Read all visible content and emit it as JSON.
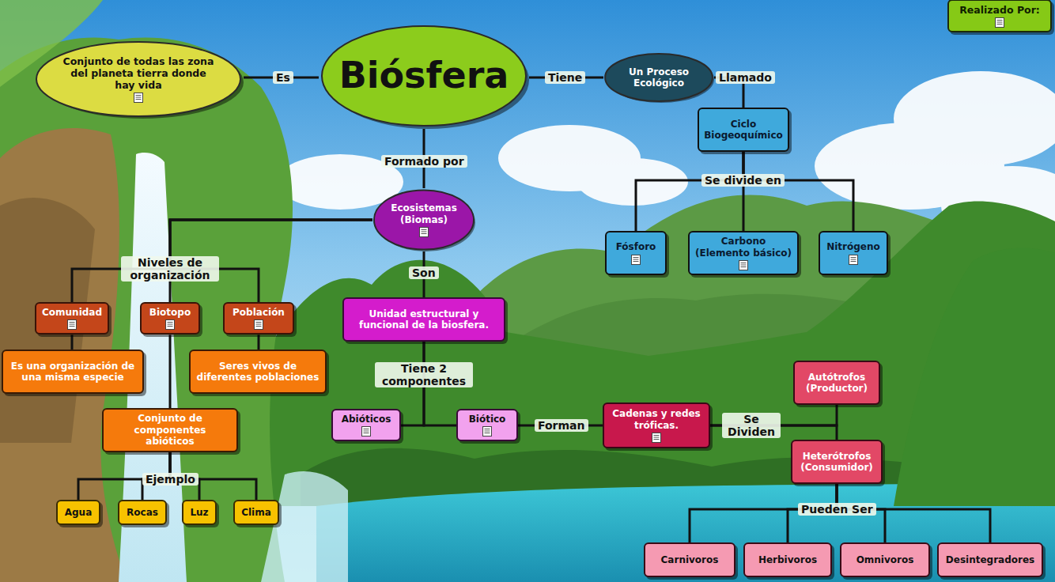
{
  "diagram": {
    "nodes": [
      {
        "text": [
          "Conjunto de todas las zona del planeta tierra donde hay vida"
        ]
      },
      {
        "text": [
          "Biósfera"
        ]
      },
      {
        "text": [
          "Un Proceso Ecológico"
        ]
      },
      {
        "text": [
          "Realizado Por:"
        ]
      },
      {
        "text": [
          "Ciclo Biogeoquímico"
        ]
      },
      {
        "text": [
          "Fósforo"
        ]
      },
      {
        "text": [
          "Carbono (Elemento básico)"
        ]
      },
      {
        "text": [
          "Nitrógeno"
        ]
      },
      {
        "text": [
          "Ecosistemas (Biomas)"
        ]
      },
      {
        "text": [
          "Comunidad"
        ]
      },
      {
        "text": [
          "Biotopo"
        ]
      },
      {
        "text": [
          "Población"
        ]
      },
      {
        "text": [
          "Unidad estructural y funcional de la biosfera."
        ]
      },
      {
        "text": [
          "Es una organización de una misma especie"
        ]
      },
      {
        "text": [
          "Seres vivos de diferentes poblaciones"
        ]
      },
      {
        "text": [
          "Conjunto de componentes abióticos"
        ]
      },
      {
        "text": [
          "Autótrofos (Productor)"
        ]
      },
      {
        "text": [
          "Abióticos"
        ]
      },
      {
        "text": [
          "Biótico"
        ]
      },
      {
        "text": [
          "Cadenas y redes tróficas."
        ]
      },
      {
        "text": [
          "Heterótrofos (Consumidor)"
        ]
      },
      {
        "text": [
          "Agua"
        ]
      },
      {
        "text": [
          "Rocas"
        ]
      },
      {
        "text": [
          "Luz"
        ]
      },
      {
        "text": [
          "Clima"
        ]
      },
      {
        "text": [
          "Carnivoros"
        ]
      },
      {
        "text": [
          "Herbivoros"
        ]
      },
      {
        "text": [
          "Omnivoros"
        ]
      },
      {
        "text": [
          "Desintegradores"
        ]
      }
    ],
    "edges": [
      {
        "from": 1,
        "to": 0,
        "label": "Es",
        "arrow": "none"
      },
      {
        "from": 1,
        "to": 2,
        "label": "Tiene",
        "arrow": "none"
      },
      {
        "from": 2,
        "to": 4,
        "label": "Llamado",
        "arrow": "none"
      },
      {
        "from": 1,
        "to": 8,
        "label": "Formado por",
        "arrow": "none"
      },
      {
        "from": 4,
        "to": 5,
        "arrow": "none"
      },
      {
        "from": 4,
        "to": 6,
        "label": "Se divide en",
        "arrow": "none"
      },
      {
        "from": 4,
        "to": 7,
        "arrow": "none"
      },
      {
        "from": 8,
        "to": 9,
        "arrow": "none"
      },
      {
        "from": 8,
        "to": 10,
        "label": "Niveles de organización",
        "arrow": "none"
      },
      {
        "from": 8,
        "to": 11,
        "arrow": "none"
      },
      {
        "from": 8,
        "to": 12,
        "label": "Son",
        "arrow": "none"
      },
      {
        "from": 9,
        "to": 13,
        "arrow": "none"
      },
      {
        "from": 10,
        "to": 15,
        "arrow": "none"
      },
      {
        "from": 11,
        "to": 14,
        "arrow": "none"
      },
      {
        "from": 12,
        "to": 17,
        "label": "Tiene 2 componentes",
        "arrow": "none"
      },
      {
        "from": 12,
        "to": 18,
        "arrow": "none"
      },
      {
        "from": 15,
        "to": 21,
        "label": "Ejemplo",
        "arrow": "none"
      },
      {
        "from": 15,
        "to": 22,
        "arrow": "none"
      },
      {
        "from": 15,
        "to": 23,
        "arrow": "none"
      },
      {
        "from": 15,
        "to": 24,
        "arrow": "none"
      },
      {
        "from": 18,
        "to": 19,
        "label": "Forman",
        "arrow": "none"
      },
      {
        "from": 19,
        "to": 16,
        "label": "Se Dividen",
        "arrow": "none"
      },
      {
        "from": 19,
        "to": 20,
        "arrow": "none"
      },
      {
        "from": 20,
        "to": 25,
        "label": "Pueden Ser",
        "arrow": "none"
      },
      {
        "from": 20,
        "to": 26,
        "arrow": "none"
      },
      {
        "from": 20,
        "to": 27,
        "arrow": "none"
      },
      {
        "from": 20,
        "to": 28,
        "arrow": "none"
      }
    ]
  }
}
